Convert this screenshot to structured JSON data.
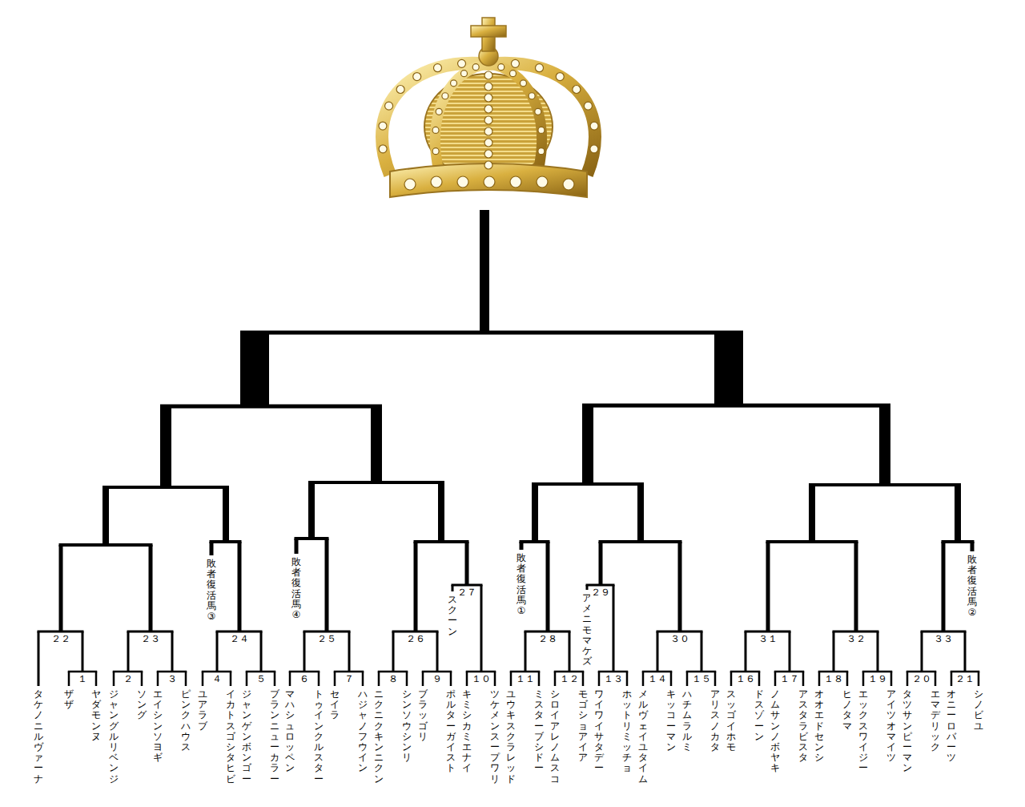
{
  "diagram": {
    "labels": [
      "敗者復活馬③",
      "敗者復活馬④",
      "敗者復活馬①",
      "敗者復活馬②",
      "スクーン",
      "アメニモマケズ",
      "１",
      "２",
      "３",
      "４",
      "５",
      "６",
      "７",
      "８",
      "９",
      "１０",
      "１１",
      "１２",
      "１３",
      "１４",
      "１５",
      "１６",
      "１７",
      "１８",
      "１９",
      "２０",
      "２１",
      "２２",
      "２３",
      "２４",
      "２５",
      "２６",
      "２７",
      "２８",
      "２９",
      "３０",
      "３１",
      "３２",
      "３３",
      "タケノニルヴァーナ",
      "ザザ",
      "ヤダモンヌ",
      "ジャングルリベンジ",
      "ソング",
      "エイシンソヨギ",
      "ピンクハウス",
      "ユアラブ",
      "イカトスゴシタヒビ",
      "ジャンゲンボンゴー",
      "ブランニューカラー",
      "マハシュロッペン",
      "トゥインクルスター",
      "セイラ",
      "ハジャノフウイン",
      "ニクニクキンニクン",
      "シンソウシンリ",
      "ブラッゴリ",
      "ポルターガイスト",
      "キミシカミエナイ",
      "ツケメンスープワリ",
      "ユウキスクラレッド",
      "ミスターブシドー",
      "シロイアレノムスコ",
      "モゴショアイア",
      "ワイワイサタデー",
      "ホットリミッチョ",
      "メルヴェイユタイム",
      "キッコーマン",
      "ハチムラルミ",
      "アリスノカタ",
      "スッゴイホモ",
      "ドスゾーン",
      "ノムサンノボヤキ",
      "アスタラビスタ",
      "オオエドセンシ",
      "ヒノタマ",
      "エックスワイジー",
      "アイツオマイツ",
      "タツサンピーマン",
      "エマデリック",
      "オニーロバーツ",
      "シノビユ"
    ]
  }
}
